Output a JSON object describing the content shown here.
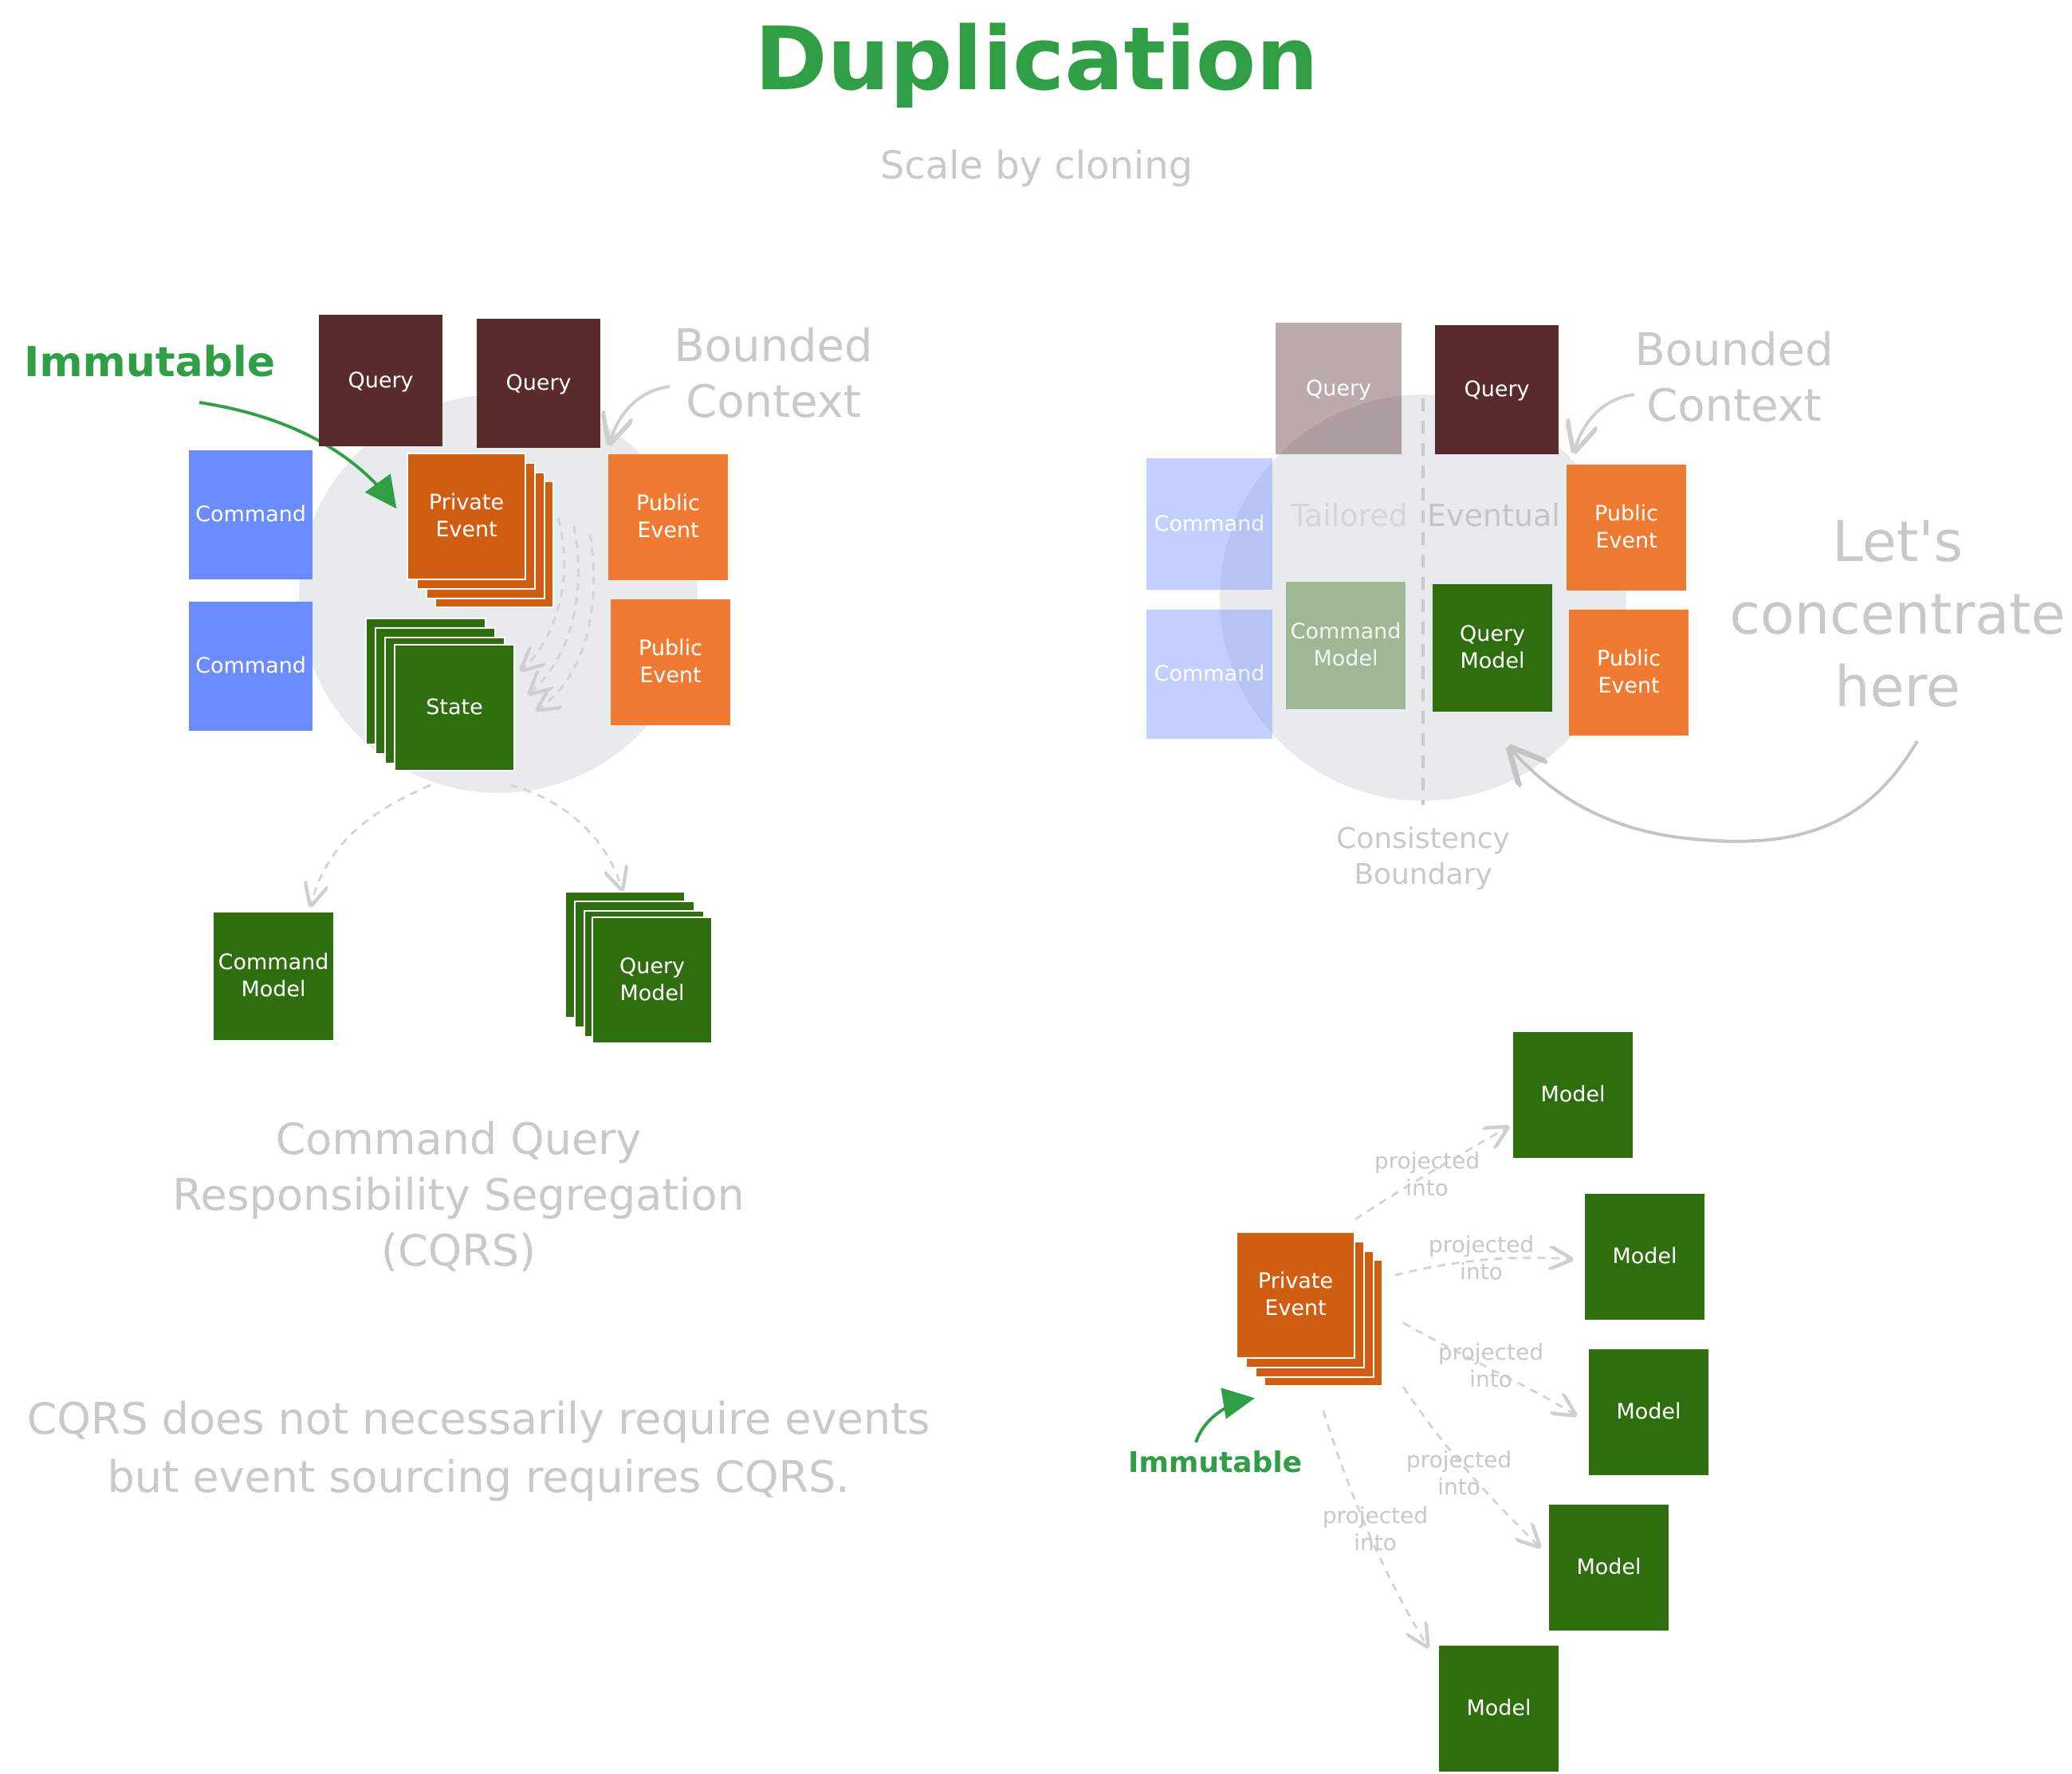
{
  "header": {
    "title": "Duplication",
    "subtitle": "Scale by cloning"
  },
  "colors": {
    "query": "#5a2b2b",
    "command": "#6b8cff",
    "private_event": "#cf5e12",
    "public_event": "#f07a32",
    "model": "#2f6e0f",
    "accent_green": "#2f9e44",
    "muted_text": "#c9c9c9",
    "boundary": "#e8ebed",
    "arrow": "#cfcfcf"
  },
  "left_diagram": {
    "annotation": "Immutable",
    "bounded_context": "Bounded\nContext",
    "query_1": "Query",
    "query_2": "Query",
    "command_1": "Command",
    "command_2": "Command",
    "private_event": "Private\nEvent",
    "public_event_1": "Public\nEvent",
    "public_event_2": "Public\nEvent",
    "state": "State",
    "command_model": "Command\nModel",
    "query_model": "Query\nModel",
    "caption": "Command Query\nResponsibility Segregation\n(CQRS)",
    "note": "CQRS does not necessarily require events\nbut event sourcing requires CQRS."
  },
  "right_diagram": {
    "bounded_context": "Bounded\nContext",
    "query_faded": "Query",
    "query": "Query",
    "command_1": "Command",
    "command_2": "Command",
    "tailored": "Tailored",
    "eventual": "Eventual",
    "command_model": "Command\nModel",
    "query_model": "Query\nModel",
    "public_event_1": "Public\nEvent",
    "public_event_2": "Public\nEvent",
    "focus_note": "Let's\nconcentrate\nhere",
    "consistency_boundary": "Consistency\nBoundary"
  },
  "projection_diagram": {
    "private_event": "Private\nEvent",
    "annotation": "Immutable",
    "edge_label": "projected\ninto",
    "models": [
      "Model",
      "Model",
      "Model",
      "Model",
      "Model"
    ]
  }
}
